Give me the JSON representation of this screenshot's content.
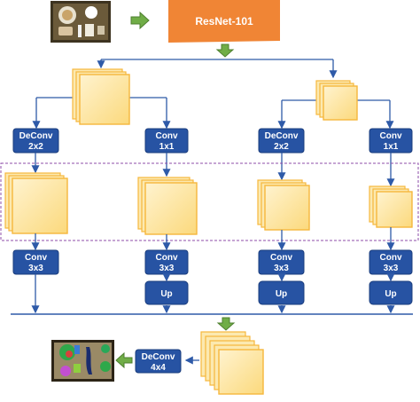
{
  "backbone": {
    "label": "ResNet-101",
    "color": "#f08535"
  },
  "input_image": {
    "icon": "food-tray-photo-icon"
  },
  "output_image": {
    "icon": "segmentation-map-icon"
  },
  "branches": [
    {
      "stage1": {
        "line1": "DeConv",
        "line2": "2x2"
      },
      "stage2": {
        "line1": "Conv",
        "line2": "3x3"
      },
      "stage3": null
    },
    {
      "stage1": {
        "line1": "Conv",
        "line2": "1x1"
      },
      "stage2": {
        "line1": "Conv",
        "line2": "3x3"
      },
      "stage3": {
        "line1": "Up"
      }
    },
    {
      "stage1": {
        "line1": "DeConv",
        "line2": "2x2"
      },
      "stage2": {
        "line1": "Conv",
        "line2": "3x3"
      },
      "stage3": {
        "line1": "Up"
      }
    },
    {
      "stage1": {
        "line1": "Conv",
        "line2": "1x1"
      },
      "stage2": {
        "line1": "Conv",
        "line2": "3x3"
      },
      "stage3": {
        "line1": "Up"
      }
    }
  ],
  "final_op": {
    "line1": "DeConv",
    "line2": "4x4"
  },
  "colors": {
    "op_box": "#2753a3",
    "op_box_border": "#1a3c7c",
    "line": "#2e5aa8",
    "arrow_green": "#70ad47",
    "feature_front": "#fde8a8",
    "feature_edge": "#f6b73c",
    "dashed_border": "#8e4ca8"
  }
}
